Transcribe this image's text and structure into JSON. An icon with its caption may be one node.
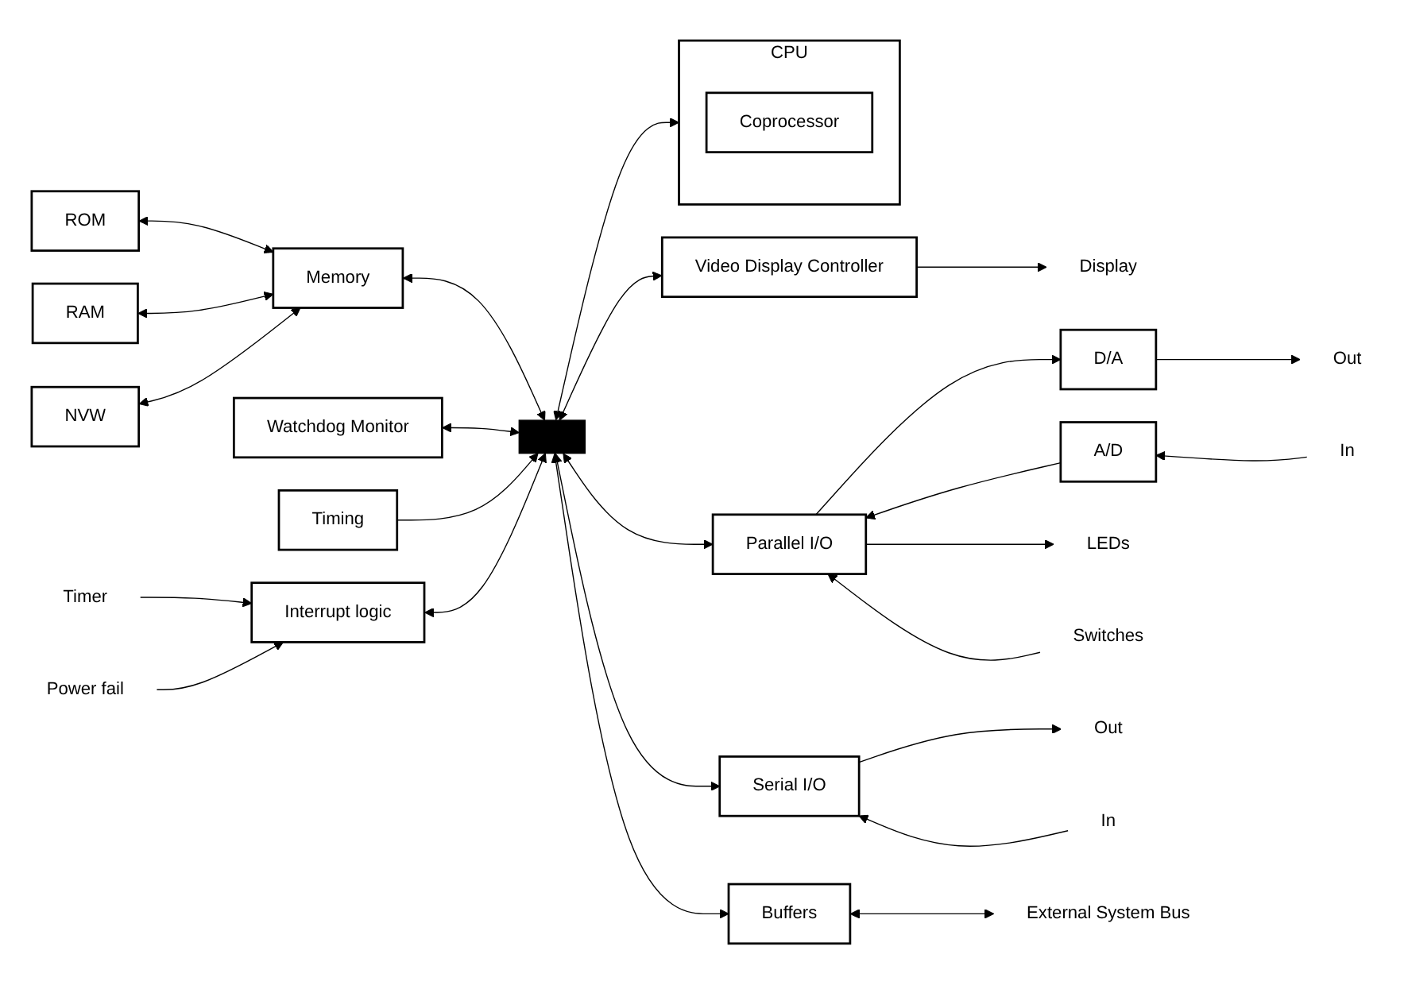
{
  "diagram": {
    "nodes": [
      {
        "text": [
          "ROM"
        ]
      },
      {
        "text": [
          "RAM"
        ]
      },
      {
        "text": [
          "NVW"
        ]
      },
      {
        "text": [
          "Memory"
        ]
      },
      {
        "text": [
          "Watchdog Monitor"
        ]
      },
      {
        "text": [
          "Timing"
        ]
      },
      {
        "text": [
          "Interrupt logic"
        ]
      },
      {
        "text": [
          "Timer"
        ]
      },
      {
        "text": [
          "Power fail"
        ]
      },
      {
        "text": [
          "Video Display Controller"
        ]
      },
      {
        "text": [
          "Display"
        ]
      },
      {
        "text": [],
        "shape": "bar"
      },
      {
        "text": [
          "CPU"
        ]
      },
      {
        "text": [
          "Coprocessor"
        ],
        "in": 12
      },
      {
        "text": [
          "Parallel I/O"
        ]
      },
      {
        "text": [
          "D/A"
        ]
      },
      {
        "text": [
          "Out"
        ]
      },
      {
        "text": [
          "A/D"
        ]
      },
      {
        "text": [
          "In"
        ]
      },
      {
        "text": [
          "LEDs"
        ]
      },
      {
        "text": [
          "Switches"
        ]
      },
      {
        "text": [
          "Serial I/O"
        ]
      },
      {
        "text": [
          "Out"
        ]
      },
      {
        "text": [
          "In"
        ]
      },
      {
        "text": [
          "Buffers"
        ]
      },
      {
        "text": [
          "External System Bus"
        ]
      }
    ],
    "edges": [
      {
        "from": 0,
        "to": 3,
        "arrow": "both"
      },
      {
        "from": 1,
        "to": 3,
        "arrow": "both"
      },
      {
        "from": 2,
        "to": 3,
        "arrow": "both"
      },
      {
        "from": 3,
        "to": 11,
        "arrow": "both"
      },
      {
        "from": 4,
        "to": 11,
        "arrow": "both"
      },
      {
        "from": 5,
        "to": 11,
        "arrow": "to"
      },
      {
        "from": 6,
        "to": 11,
        "arrow": "both"
      },
      {
        "from": 7,
        "to": 6,
        "arrow": "to"
      },
      {
        "from": 8,
        "to": 6,
        "arrow": "to"
      },
      {
        "from": 9,
        "to": 10,
        "arrow": "to"
      },
      {
        "from": 9,
        "to": 11,
        "arrow": "both"
      },
      {
        "from": 11,
        "to": 12,
        "arrow": "both"
      },
      {
        "from": 11,
        "to": 14,
        "arrow": "both"
      },
      {
        "from": 14,
        "to": 15,
        "arrow": "to"
      },
      {
        "from": 15,
        "to": 16,
        "arrow": "to"
      },
      {
        "from": 17,
        "to": 14,
        "arrow": "to"
      },
      {
        "from": 18,
        "to": 17,
        "arrow": "to"
      },
      {
        "from": 14,
        "to": 19,
        "arrow": "to"
      },
      {
        "from": 20,
        "to": 14,
        "arrow": "to"
      },
      {
        "from": 11,
        "to": 21,
        "arrow": "both"
      },
      {
        "from": 21,
        "to": 22,
        "arrow": "to"
      },
      {
        "from": 23,
        "to": 21,
        "arrow": "to"
      },
      {
        "from": 11,
        "to": 24,
        "arrow": "both"
      },
      {
        "from": 24,
        "to": 25,
        "arrow": "both"
      }
    ]
  }
}
